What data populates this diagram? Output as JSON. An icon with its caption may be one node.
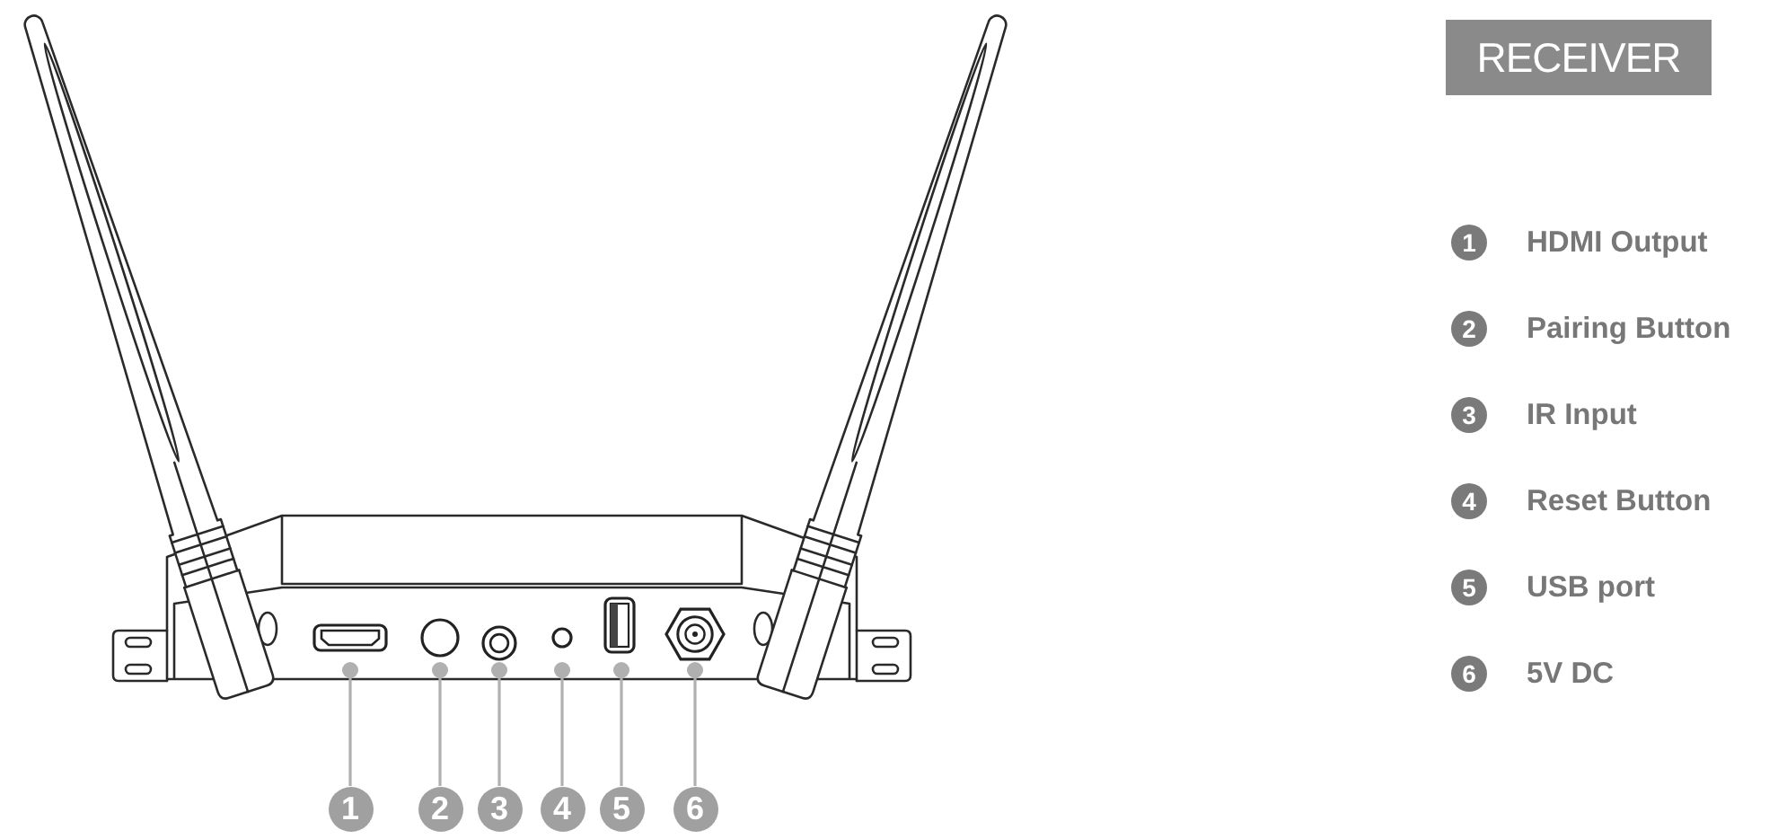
{
  "diagram": {
    "nodes": [
      {
        "text": [],
        "shape": "box"
      },
      {
        "text": [],
        "shape": "circle"
      },
      {
        "text": [],
        "shape": "circle"
      },
      {
        "text": [],
        "shape": "circle"
      },
      {
        "text": [],
        "shape": "box"
      },
      {
        "text": [],
        "shape": "hexagon"
      },
      {
        "text": [
          "1"
        ]
      },
      {
        "text": [
          "2"
        ]
      },
      {
        "text": [
          "3"
        ]
      },
      {
        "text": [
          "4"
        ]
      },
      {
        "text": [
          "5"
        ]
      },
      {
        "text": [
          "6"
        ]
      },
      {
        "text": [
          "RECEIVER"
        ]
      },
      {
        "text": [
          "1"
        ],
        "beside": [
          "HDMI Output"
        ]
      },
      {
        "text": [
          "2"
        ],
        "beside": [
          "Pairing Button"
        ]
      },
      {
        "text": [
          "3"
        ],
        "beside": [
          "IR Input"
        ]
      },
      {
        "text": [
          "4"
        ],
        "beside": [
          "Reset Button"
        ]
      },
      {
        "text": [
          "5"
        ],
        "beside": [
          "USB port"
        ]
      },
      {
        "text": [
          "6"
        ],
        "beside": [
          "5V DC"
        ]
      }
    ],
    "edges": [
      {
        "from": 6,
        "to": 0,
        "arrow": "other"
      },
      {
        "from": 7,
        "to": 1,
        "arrow": "other"
      },
      {
        "from": 8,
        "to": 2,
        "arrow": "other"
      },
      {
        "from": 9,
        "to": 3,
        "arrow": "other"
      },
      {
        "from": 10,
        "to": 4,
        "arrow": "other"
      },
      {
        "from": 11,
        "to": 5,
        "arrow": "other"
      }
    ]
  }
}
